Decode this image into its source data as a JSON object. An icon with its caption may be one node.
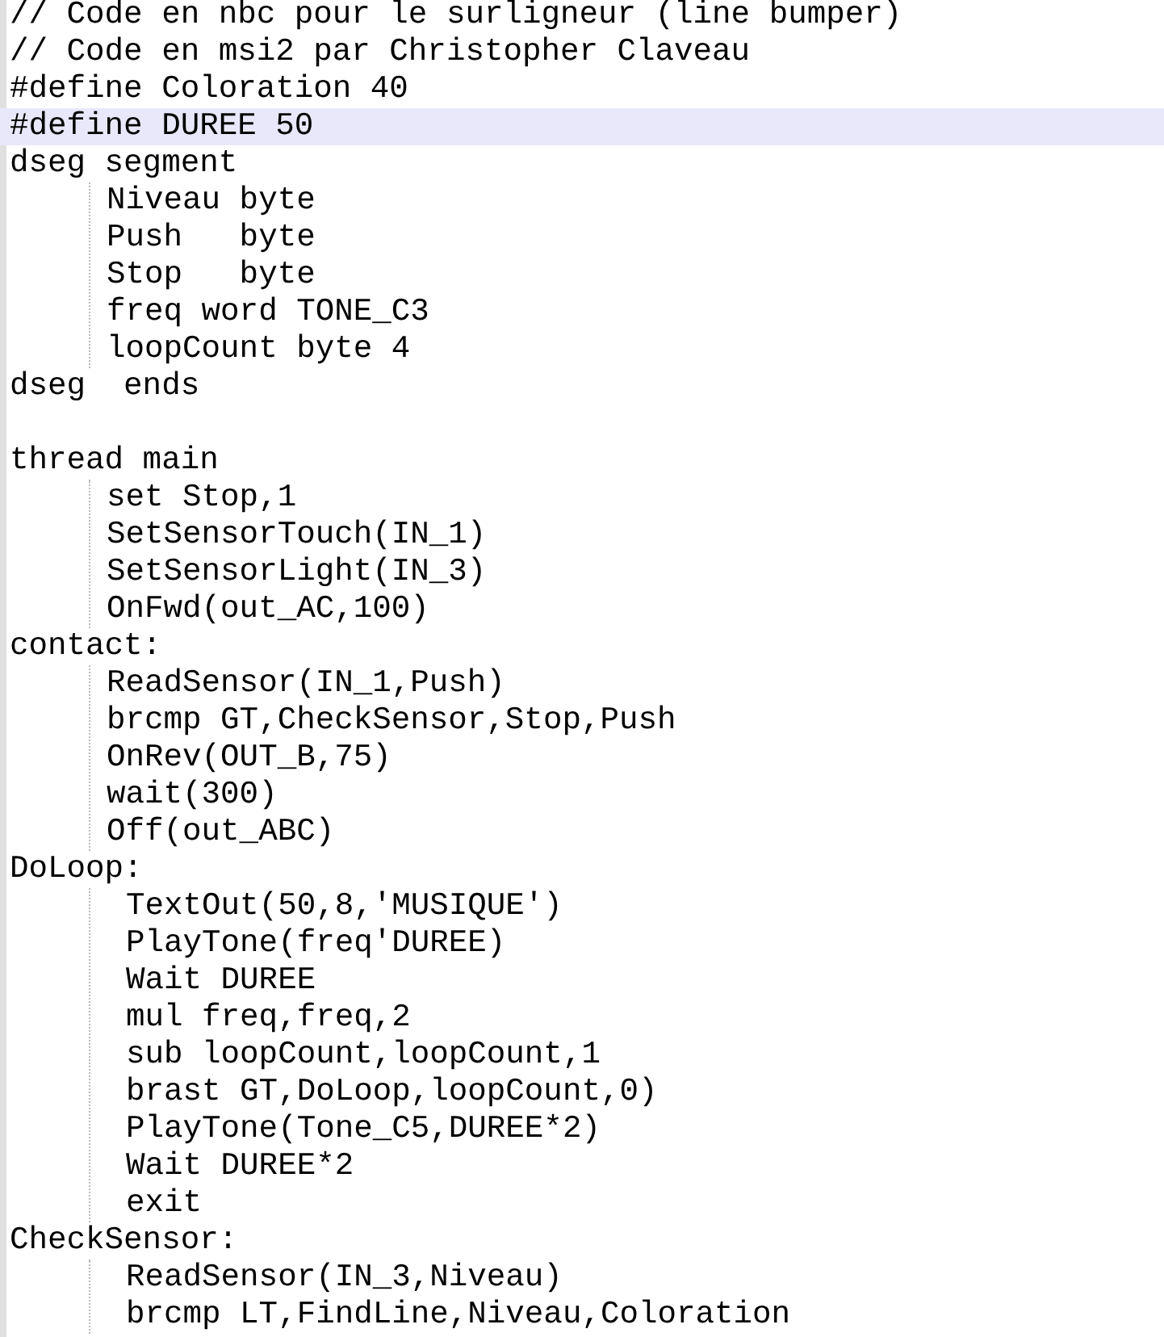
{
  "diagram": {
    "labels": [
      "// Code en nbc pour le surligneur (line bumper)",
      "// Code en msi2 par Christopher Claveau",
      "#define Coloration 40",
      "#define DUREE 50",
      "dseg segment",
      "Niveau byte",
      "Push   byte",
      "Stop   byte",
      "freq word TONE_C3",
      "loopCount byte 4",
      "dseg  ends",
      "thread main",
      "set Stop,1",
      "SetSensorTouch(IN_1)",
      "SetSensorLight(IN_3)",
      "OnFwd(out_AC,100)",
      "contact:",
      "ReadSensor(IN_1,Push)",
      "brcmp GT,CheckSensor,Stop,Push",
      "OnRev(OUT_B,75)",
      "wait(300)",
      "Off(out_ABC)",
      "DoLoop:",
      "TextOut(50,8,'MUSIQUE')",
      "PlayTone(freq'DUREE)",
      "Wait DUREE",
      "mul freq,freq,2",
      "sub loopCount,loopCount,1",
      "brast GT,DoLoop,loopCount,0)",
      "PlayTone(Tone_C5,DUREE*2)",
      "Wait DUREE*2",
      "exit",
      "CheckSensor:",
      "ReadSensor(IN_3,Niveau)",
      "brcmp LT,FindLine,Niveau,Coloration"
    ]
  }
}
